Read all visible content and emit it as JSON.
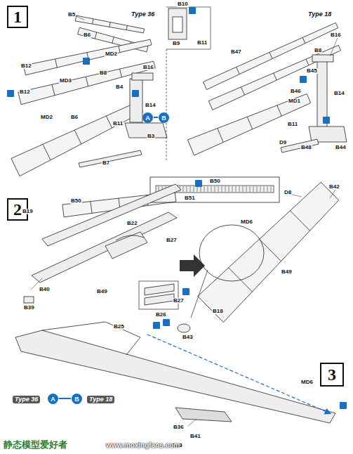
{
  "diagram": {
    "nodes": [
      {
        "text": [
          "1"
        ]
      },
      {
        "text": [
          "2"
        ]
      },
      {
        "text": [
          "3"
        ]
      },
      {
        "text": [
          "A"
        ]
      },
      {
        "text": [
          "B"
        ]
      },
      {
        "text": [
          "A"
        ]
      },
      {
        "text": [
          "B"
        ]
      }
    ],
    "labels": [
      "Type 36",
      "Type 18",
      "B5",
      "B6",
      "MD2",
      "B12",
      "MD3",
      "B12",
      "MD2",
      "B6",
      "B8",
      "B16",
      "B4",
      "B11",
      "B14",
      "B3",
      "B7",
      "B10",
      "B9",
      "B11",
      "B47",
      "B16",
      "B8",
      "B45",
      "B46",
      "MD1",
      "B14",
      "B11",
      "D9",
      "B48",
      "B44",
      "B50",
      "B51",
      "B19",
      "B50",
      "B22",
      "B27",
      "B40",
      "B39",
      "B49",
      "B27",
      "B26",
      "B25",
      "D8",
      "B42",
      "MD6",
      "B49",
      "B18",
      "B43",
      "Type 36",
      "Type 18",
      "MD6",
      "B36",
      "B41",
      "B33",
      "静态模型爱好者",
      "www.moxingfans.com"
    ]
  }
}
